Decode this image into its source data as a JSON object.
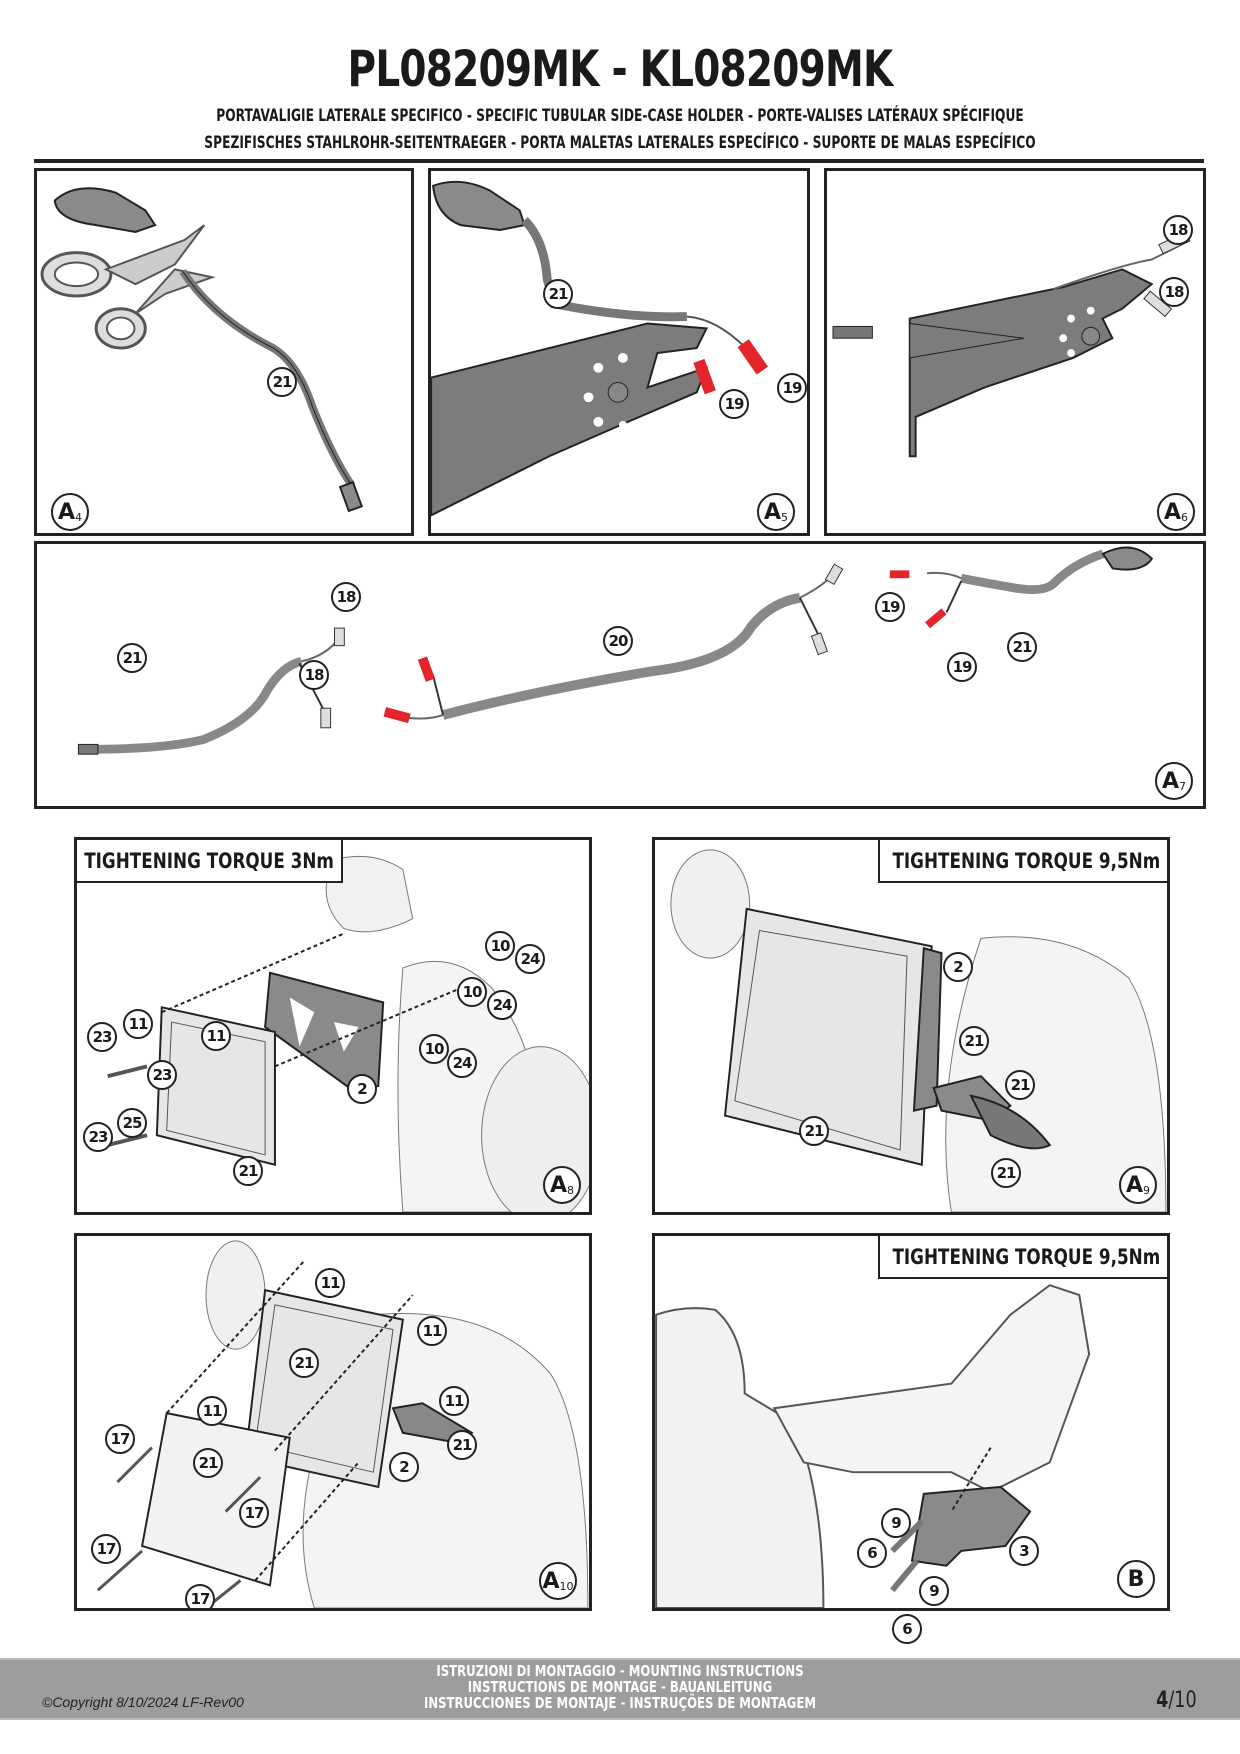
{
  "header": {
    "title": "PL08209MK - KL08209MK",
    "subtitle_line1": "PORTAVALIGIE LATERALE SPECIFICO  -  SPECIFIC TUBULAR SIDE-CASE HOLDER  - PORTE-VALISES LATÉRAUX SPÉCIFIQUE",
    "subtitle_line2": "SPEZIFISCHES STAHLROHR-SEITENTRAEGER - PORTA MALETAS LATERALES ESPECÍFICO - SUPORTE DE MALAS ESPECÍFICO"
  },
  "panels": {
    "a4": {
      "step_letter": "A",
      "step_number": "4",
      "callouts": [
        "21"
      ]
    },
    "a5": {
      "step_letter": "A",
      "step_number": "5",
      "callouts": [
        "21",
        "19",
        "19"
      ]
    },
    "a6": {
      "step_letter": "A",
      "step_number": "6",
      "callouts": [
        "18",
        "18"
      ]
    },
    "a7": {
      "step_letter": "A",
      "step_number": "7",
      "callouts": [
        "21",
        "18",
        "18",
        "20",
        "19",
        "19",
        "21"
      ]
    },
    "a8": {
      "step_letter": "A",
      "step_number": "8",
      "torque": "TIGHTENING TORQUE 3Nm",
      "callouts": [
        "10",
        "24",
        "10",
        "24",
        "10",
        "24",
        "11",
        "11",
        "23",
        "23",
        "23",
        "25",
        "2",
        "21"
      ]
    },
    "a9": {
      "step_letter": "A",
      "step_number": "9",
      "torque": "TIGHTENING TORQUE 9,5Nm",
      "callouts": [
        "2",
        "21",
        "21",
        "21",
        "21"
      ]
    },
    "a10": {
      "step_letter": "A",
      "step_number": "10",
      "callouts": [
        "11",
        "11",
        "21",
        "11",
        "11",
        "21",
        "2",
        "17",
        "21",
        "17",
        "17",
        "17"
      ]
    },
    "b": {
      "step_letter": "B",
      "torque": "TIGHTENING TORQUE 9,5Nm",
      "callouts": [
        "9",
        "6",
        "3",
        "9",
        "6"
      ]
    }
  },
  "colors": {
    "connector_red": "#e3252b",
    "part_gray": "#8a8a8a",
    "line_dark": "#222222",
    "footer_gray": "#9d9d9d"
  },
  "footer": {
    "line1": "ISTRUZIONI DI MONTAGGIO  -  MOUNTING INSTRUCTIONS",
    "line2": "INSTRUCTIONS DE MONTAGE - BAUANLEITUNG",
    "line3": "INSTRUCCIONES DE MONTAJE - INSTRUÇÕES DE MONTAGEM",
    "copyright": "©Copyright 8/10/2024 LF-Rev00",
    "page_current": "4",
    "page_total": "10"
  }
}
